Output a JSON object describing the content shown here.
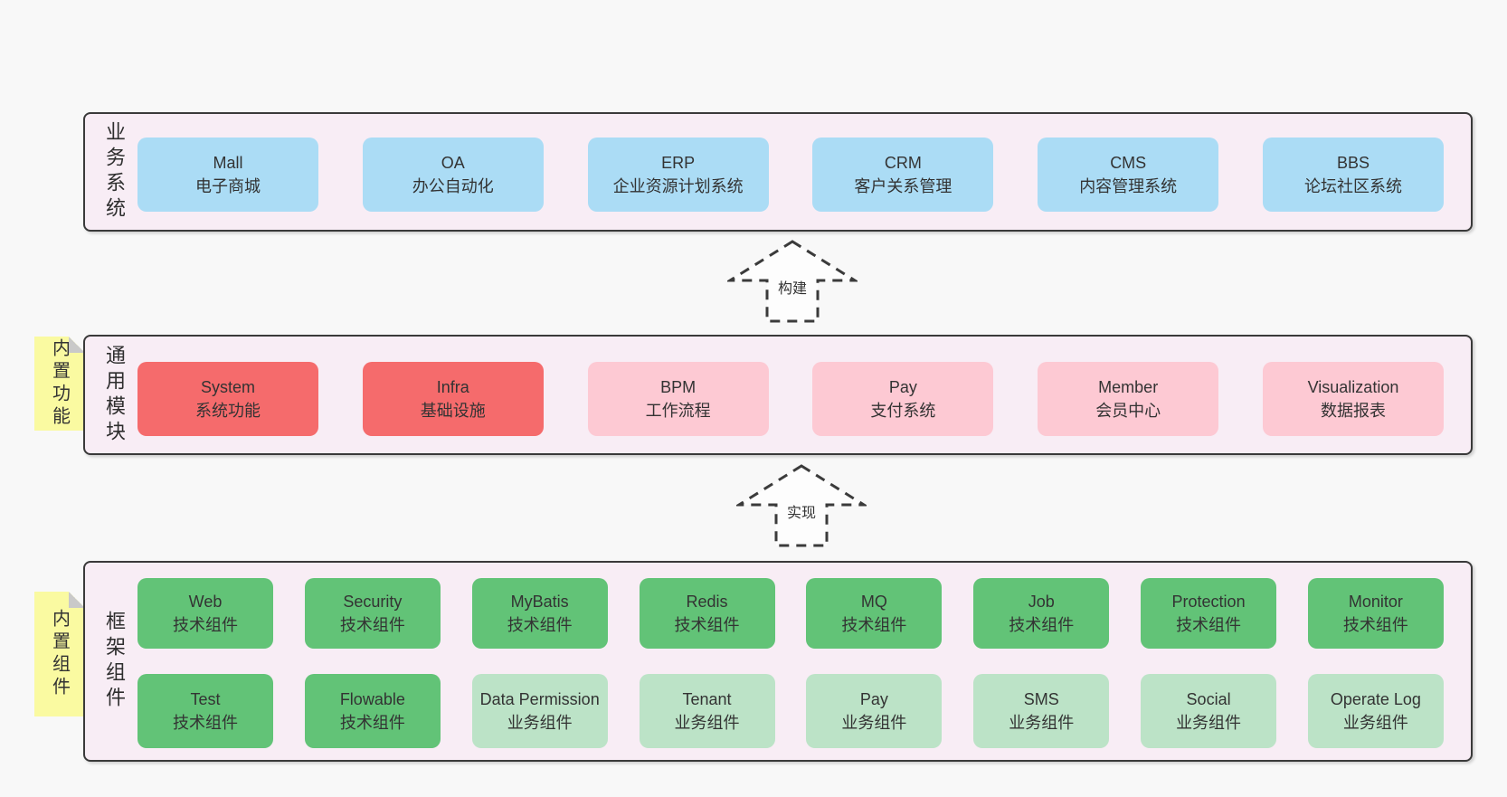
{
  "business_layer": {
    "label": "业务系统",
    "boxes": [
      {
        "title": "Mall",
        "subtitle": "电子商城"
      },
      {
        "title": "OA",
        "subtitle": "办公自动化"
      },
      {
        "title": "ERP",
        "subtitle": "企业资源计划系统"
      },
      {
        "title": "CRM",
        "subtitle": "客户关系管理"
      },
      {
        "title": "CMS",
        "subtitle": "内容管理系统"
      },
      {
        "title": "BBS",
        "subtitle": "论坛社区系统"
      }
    ]
  },
  "build_arrow": {
    "label": "构建"
  },
  "module_layer": {
    "label": "通用模块",
    "note": "内置功能",
    "boxes": [
      {
        "title": "System",
        "subtitle": "系统功能"
      },
      {
        "title": "Infra",
        "subtitle": "基础设施"
      },
      {
        "title": "BPM",
        "subtitle": "工作流程"
      },
      {
        "title": "Pay",
        "subtitle": "支付系统"
      },
      {
        "title": "Member",
        "subtitle": "会员中心"
      },
      {
        "title": "Visualization",
        "subtitle": "数据报表"
      }
    ]
  },
  "implement_arrow": {
    "label": "实现"
  },
  "component_layer": {
    "label": "框架组件",
    "note": "内置组件",
    "row1": [
      {
        "title": "Web",
        "subtitle": "技术组件"
      },
      {
        "title": "Security",
        "subtitle": "技术组件"
      },
      {
        "title": "MyBatis",
        "subtitle": "技术组件"
      },
      {
        "title": "Redis",
        "subtitle": "技术组件"
      },
      {
        "title": "MQ",
        "subtitle": "技术组件"
      },
      {
        "title": "Job",
        "subtitle": "技术组件"
      },
      {
        "title": "Protection",
        "subtitle": "技术组件"
      },
      {
        "title": "Monitor",
        "subtitle": "技术组件"
      }
    ],
    "row2": [
      {
        "title": "Test",
        "subtitle": "技术组件"
      },
      {
        "title": "Flowable",
        "subtitle": "技术组件"
      },
      {
        "title": "Data Permission",
        "subtitle": "业务组件"
      },
      {
        "title": "Tenant",
        "subtitle": "业务组件"
      },
      {
        "title": "Pay",
        "subtitle": "业务组件"
      },
      {
        "title": "SMS",
        "subtitle": "业务组件"
      },
      {
        "title": "Social",
        "subtitle": "业务组件"
      },
      {
        "title": "Operate Log",
        "subtitle": "业务组件"
      }
    ]
  },
  "colors": {
    "page_bg": "#f8f8f8",
    "panel_bg": "#f8edf5",
    "panel_border": "#3a3a3a",
    "blue": "#abdcf5",
    "red": "#f56b6c",
    "pink": "#fdc9d3",
    "green_dark": "#62c377",
    "green_light": "#bce3c7",
    "note_yellow": "#fafaa1",
    "text": "#333333"
  }
}
